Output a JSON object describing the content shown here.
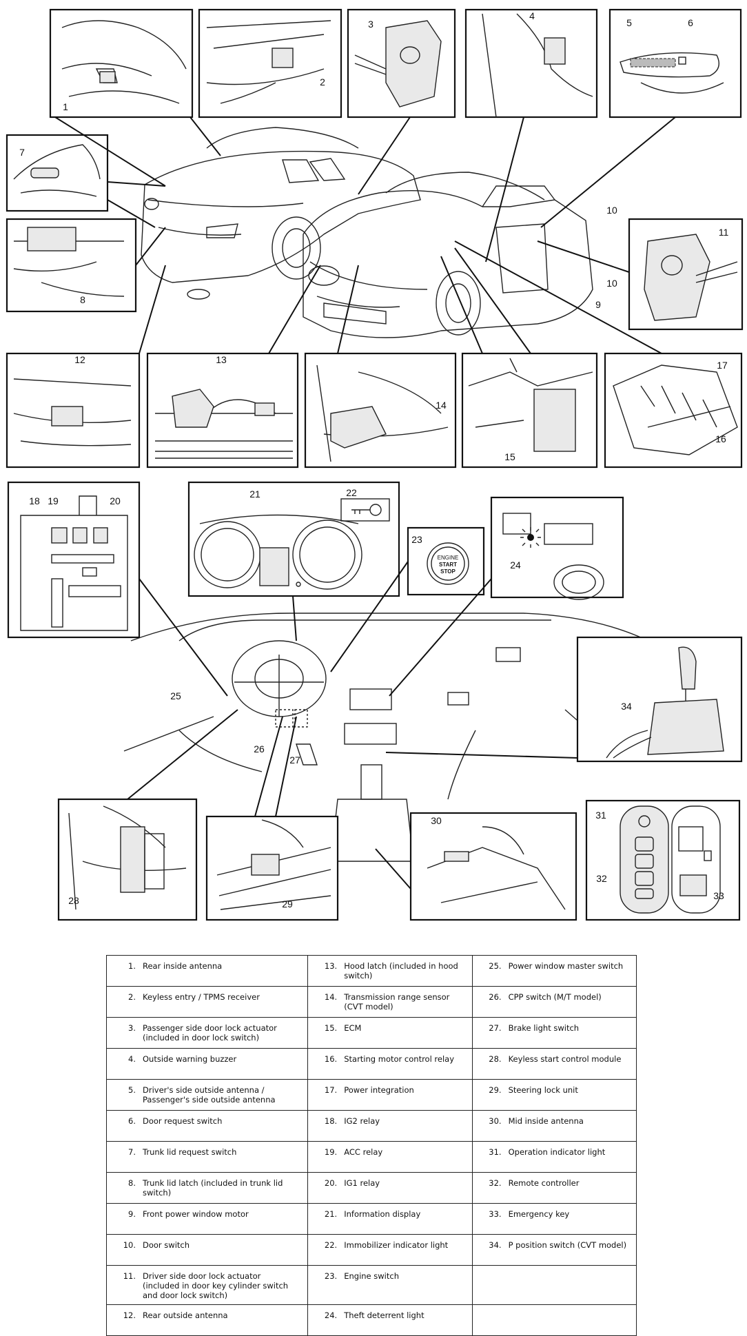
{
  "callouts": [
    "1",
    "2",
    "3",
    "4",
    "5",
    "6",
    "7",
    "8",
    "9",
    "10",
    "10",
    "11",
    "12",
    "13",
    "14",
    "15",
    "16",
    "17",
    "18",
    "19",
    "20",
    "21",
    "22",
    "23",
    "24",
    "25",
    "26",
    "27",
    "28",
    "29",
    "30",
    "31",
    "32",
    "33",
    "34"
  ],
  "engine_button": {
    "line1": "ENGINE",
    "line2": "START",
    "line3": "STOP"
  },
  "legend": {
    "rows": [
      [
        {
          "n": "1.",
          "t": "Rear inside antenna"
        },
        {
          "n": "13.",
          "t": "Hood latch (included in hood switch)"
        },
        {
          "n": "25.",
          "t": "Power window master switch"
        }
      ],
      [
        {
          "n": "2.",
          "t": "Keyless entry / TPMS receiver"
        },
        {
          "n": "14.",
          "t": "Transmission range sensor (CVT model)"
        },
        {
          "n": "26.",
          "t": "CPP switch (M/T model)"
        }
      ],
      [
        {
          "n": "3.",
          "t": "Passenger side door lock actuator (included in door lock switch)"
        },
        {
          "n": "15.",
          "t": "ECM"
        },
        {
          "n": "27.",
          "t": "Brake light switch"
        }
      ],
      [
        {
          "n": "4.",
          "t": "Outside warning buzzer"
        },
        {
          "n": "16.",
          "t": "Starting motor control relay"
        },
        {
          "n": "28.",
          "t": "Keyless start control module"
        }
      ],
      [
        {
          "n": "5.",
          "t": "Driver's side outside antenna / Passenger's side outside antenna"
        },
        {
          "n": "17.",
          "t": "Power integration"
        },
        {
          "n": "29.",
          "t": "Steering lock unit"
        }
      ],
      [
        {
          "n": "6.",
          "t": "Door request switch"
        },
        {
          "n": "18.",
          "t": "IG2 relay"
        },
        {
          "n": "30.",
          "t": "Mid inside antenna"
        }
      ],
      [
        {
          "n": "7.",
          "t": "Trunk lid request switch"
        },
        {
          "n": "19.",
          "t": "ACC relay"
        },
        {
          "n": "31.",
          "t": "Operation indicator light"
        }
      ],
      [
        {
          "n": "8.",
          "t": "Trunk lid latch (included in trunk lid switch)"
        },
        {
          "n": "20.",
          "t": "IG1 relay"
        },
        {
          "n": "32.",
          "t": "Remote controller"
        }
      ],
      [
        {
          "n": "9.",
          "t": "Front power window motor"
        },
        {
          "n": "21.",
          "t": "Information display"
        },
        {
          "n": "33.",
          "t": "Emergency key"
        }
      ],
      [
        {
          "n": "10.",
          "t": "Door switch"
        },
        {
          "n": "22.",
          "t": "Immobilizer indicator light"
        },
        {
          "n": "34.",
          "t": "P position switch (CVT model)"
        }
      ],
      [
        {
          "n": "11.",
          "t": "Driver side door lock actuator (included in door key cylinder switch and door lock switch)"
        },
        {
          "n": "23.",
          "t": "Engine switch"
        },
        {
          "n": "",
          "t": ""
        }
      ],
      [
        {
          "n": "12.",
          "t": "Rear outside antenna"
        },
        {
          "n": "24.",
          "t": "Theft deterrent light"
        },
        {
          "n": "",
          "t": ""
        }
      ]
    ]
  }
}
